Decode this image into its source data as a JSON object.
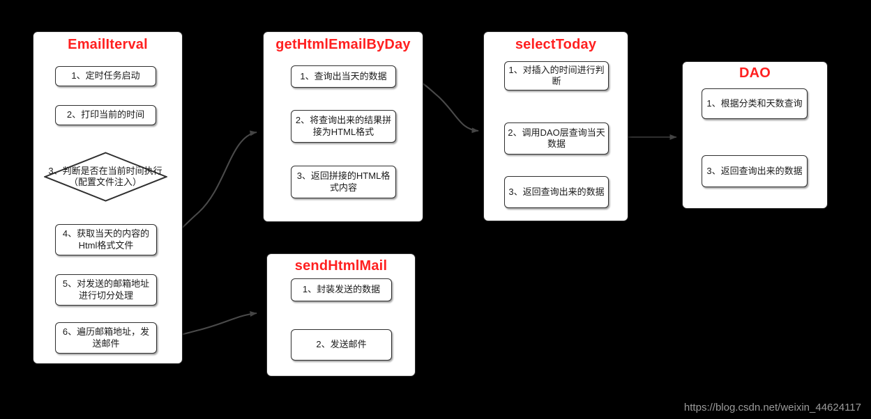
{
  "meta": {
    "background_color": "#000000",
    "lane_fill": "#ffffff",
    "title_color": "#ff2020",
    "stroke_color": "#2f2f2f",
    "text_color": "#1a1a1a"
  },
  "watermark": "https://blog.csdn.net/weixin_44624117",
  "lanes": [
    {
      "id": "emailiterval",
      "title": "EmailIterval",
      "nodes": [
        {
          "id": "ei-1",
          "shape": "process",
          "label": "1、定时任务启动"
        },
        {
          "id": "ei-2",
          "shape": "process",
          "label": "2、打印当前的时间"
        },
        {
          "id": "ei-3",
          "shape": "decision",
          "label": "3、判断是否在当前时间执行（配置文件注入）"
        },
        {
          "id": "ei-4",
          "shape": "process",
          "label": "4、获取当天的内容的Html格式文件"
        },
        {
          "id": "ei-5",
          "shape": "process",
          "label": "5、对发送的邮箱地址进行切分处理"
        },
        {
          "id": "ei-6",
          "shape": "process",
          "label": "6、遍历邮箱地址，发送邮件"
        }
      ]
    },
    {
      "id": "gethtmlemailbyday",
      "title": "getHtmlEmailByDay",
      "nodes": [
        {
          "id": "gh-1",
          "shape": "process",
          "label": "1、查询出当天的数据"
        },
        {
          "id": "gh-2",
          "shape": "process",
          "label": "2、将查询出来的结果拼接为HTML格式"
        },
        {
          "id": "gh-3",
          "shape": "process",
          "label": "3、返回拼接的HTML格式内容"
        }
      ]
    },
    {
      "id": "selecttoday",
      "title": "selectToday",
      "nodes": [
        {
          "id": "st-1",
          "shape": "process",
          "label": "1、对插入的时间进行判断"
        },
        {
          "id": "st-2",
          "shape": "process",
          "label": "2、调用DAO层查询当天数据"
        },
        {
          "id": "st-3",
          "shape": "process",
          "label": "3、返回查询出来的数据"
        }
      ]
    },
    {
      "id": "dao",
      "title": "DAO",
      "nodes": [
        {
          "id": "dao-1",
          "shape": "process",
          "label": "1、根据分类和天数查询"
        },
        {
          "id": "dao-3",
          "shape": "process",
          "label": "3、返回查询出来的数据"
        }
      ]
    },
    {
      "id": "sendhtmlmail",
      "title": "sendHtmlMail",
      "nodes": [
        {
          "id": "sm-1",
          "shape": "process",
          "label": "1、封装发送的数据"
        },
        {
          "id": "sm-2",
          "shape": "process",
          "label": "2、发送邮件"
        }
      ]
    }
  ],
  "chart_data": {
    "type": "flowchart",
    "title": "",
    "lanes": [
      "EmailIterval",
      "getHtmlEmailByDay",
      "selectToday",
      "DAO",
      "sendHtmlMail"
    ],
    "edges": [
      {
        "from": "ei-1",
        "to": "ei-2",
        "style": "straight-vertical"
      },
      {
        "from": "ei-2",
        "to": "ei-3",
        "style": "straight-vertical"
      },
      {
        "from": "ei-3",
        "to": "ei-4",
        "style": "straight-vertical"
      },
      {
        "from": "ei-4",
        "to": "ei-5",
        "style": "straight-vertical"
      },
      {
        "from": "ei-5",
        "to": "ei-6",
        "style": "straight-vertical"
      },
      {
        "from": "ei-4",
        "to": "gethtmlemailbyday",
        "style": "curve-cross-lane"
      },
      {
        "from": "ei-6",
        "to": "sendhtmlmail",
        "style": "curve-cross-lane"
      },
      {
        "from": "gh-1",
        "to": "gh-2",
        "style": "straight-vertical"
      },
      {
        "from": "gh-2",
        "to": "gh-3",
        "style": "straight-vertical"
      },
      {
        "from": "gh-1",
        "to": "selecttoday",
        "style": "curve-cross-lane"
      },
      {
        "from": "st-1",
        "to": "st-2",
        "style": "straight-vertical"
      },
      {
        "from": "st-2",
        "to": "st-3",
        "style": "straight-vertical"
      },
      {
        "from": "st-2",
        "to": "dao",
        "style": "straight-horizontal"
      },
      {
        "from": "dao-1",
        "to": "dao-3",
        "style": "straight-vertical"
      },
      {
        "from": "sm-1",
        "to": "sm-2",
        "style": "straight-vertical"
      }
    ]
  }
}
